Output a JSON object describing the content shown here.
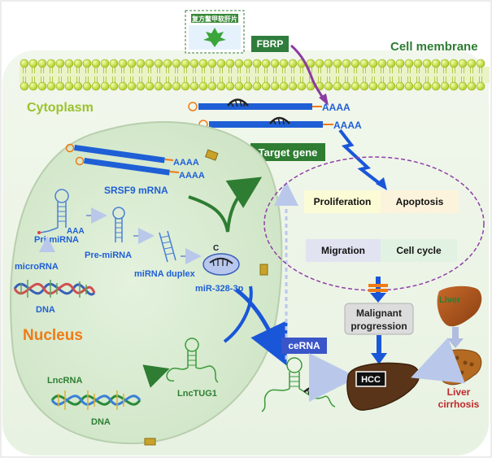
{
  "labels": {
    "cell_membrane": "Cell membrane",
    "cytoplasm": "Cytoplasm",
    "nucleus": "Nucleus",
    "fbrp": "FBRP",
    "target_gene": "Target gene",
    "srsf9_mrna": "SRSF9 mRNA",
    "poly_a": "AAAA",
    "pri_aaa": "AAA",
    "pri_mirna": "Pri-miRNA",
    "pre_mirna": "Pre-miRNA",
    "mirna_duplex": "miRNA duplex",
    "mir": "miR-328-3p",
    "c_mark": "C",
    "microrna": "microRNA",
    "dna": "DNA",
    "lncrna": "LncRNA",
    "lnctug1": "LncTUG1",
    "cerna": "ceRNA",
    "proliferation": "Proliferation",
    "apoptosis": "Apoptosis",
    "migration": "Migration",
    "cell_cycle": "Cell cycle",
    "malignant_1": "Malignant",
    "malignant_2": "progression",
    "hcc": "HCC",
    "liver": "Liver",
    "liver_cirrhosis_1": "Liver",
    "liver_cirrhosis_2": "cirrhosis",
    "product_title": "复方鳖甲软肝片"
  },
  "colors": {
    "rna_blue": "#1f5fd6",
    "nucleus_fill": "#d9ecd2",
    "membrane_head": "#c8e63c",
    "label_green": "#2e7d32",
    "cytoplasm_text": "#9ac22e",
    "nucleus_text": "#f07b14",
    "hcc_brown": "#5a3418",
    "cirrhosis_red": "#c0282a",
    "arrow_blue": "#1a56d8",
    "ellipse_dash": "#8e3fa8"
  }
}
